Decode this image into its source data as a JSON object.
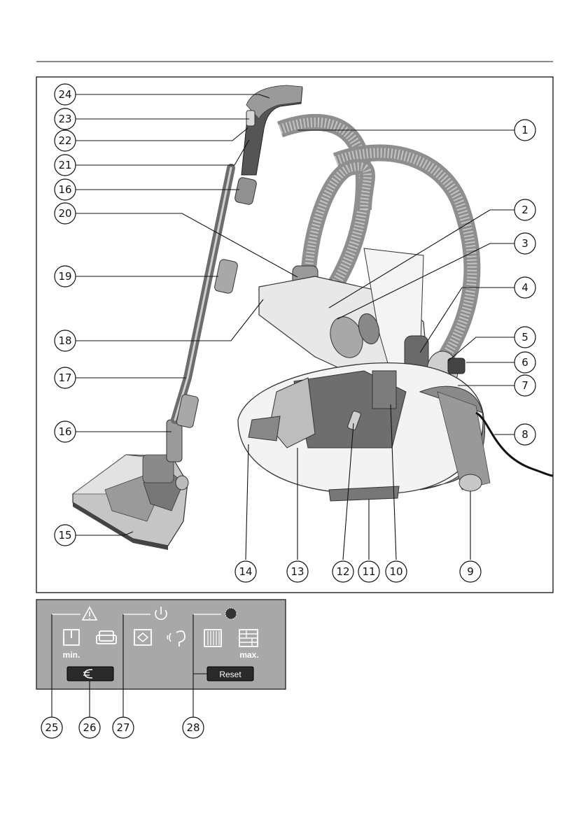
{
  "figure": {
    "main_callouts_left": [
      "24",
      "23",
      "22",
      "21",
      "16",
      "20",
      "19",
      "18",
      "17",
      "16",
      "15"
    ],
    "main_callouts_right": [
      "1",
      "2",
      "3",
      "4",
      "5",
      "6",
      "7",
      "8"
    ],
    "main_callouts_bottom": [
      "14",
      "13",
      "12",
      "11",
      "10",
      "9"
    ],
    "panel_callouts": [
      "25",
      "26",
      "27",
      "28"
    ]
  },
  "control_panel": {
    "min_label": "min.",
    "max_label": "max.",
    "reset_label": "Reset",
    "background_color": "#a8a8a8",
    "icons": [
      "warning-icon",
      "power-icon",
      "filter-icon",
      "curtains-icon",
      "upholstery-icon",
      "rug-icon",
      "silence-icon",
      "carpet-icon",
      "hard-floor-icon",
      "eco-icon"
    ]
  }
}
